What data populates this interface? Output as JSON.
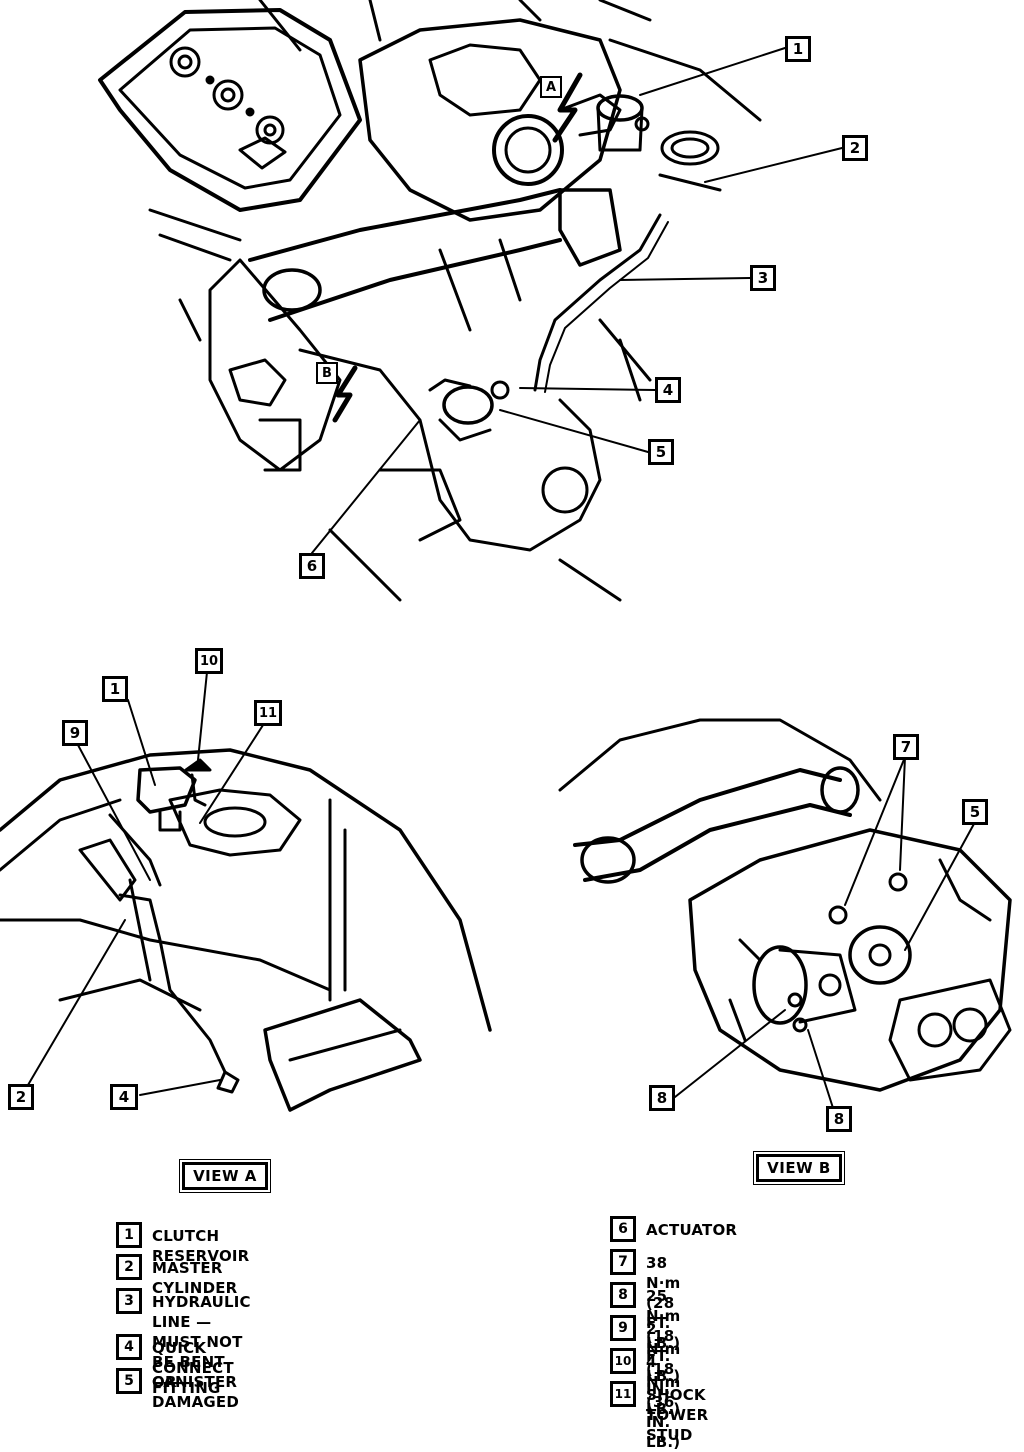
{
  "diagram": {
    "top_callouts": [
      "1",
      "2",
      "3",
      "4",
      "5",
      "6"
    ],
    "arrow_markers": [
      "A",
      "B"
    ],
    "view_a_callouts": [
      "1",
      "10",
      "11",
      "9",
      "2",
      "4"
    ],
    "view_b_callouts": [
      "7",
      "5",
      "8",
      "8"
    ],
    "view_labels": {
      "a": "VIEW A",
      "b": "VIEW B"
    }
  },
  "legend": {
    "left": [
      {
        "num": "1",
        "text": "CLUTCH RESERVOIR"
      },
      {
        "num": "2",
        "text": "MASTER CYLINDER"
      },
      {
        "num": "3",
        "text": "HYDRAULIC LINE — MUST NOT\nBE BENT OR DAMAGED"
      },
      {
        "num": "4",
        "text": "QUICK CONNECT FITTING"
      },
      {
        "num": "5",
        "text": "CANISTER"
      }
    ],
    "right": [
      {
        "num": "6",
        "text": "ACTUATOR"
      },
      {
        "num": "7",
        "text": "38 N·m (28 FT. LB.)"
      },
      {
        "num": "8",
        "text": "25 N·m (18 FT. LB.)"
      },
      {
        "num": "9",
        "text": "2 N·m (18 IN. LB.)"
      },
      {
        "num": "10",
        "text": "4 N·m (36 IN. LB.)"
      },
      {
        "num": "11",
        "text": "SHOCK TOWER STUD"
      }
    ]
  }
}
